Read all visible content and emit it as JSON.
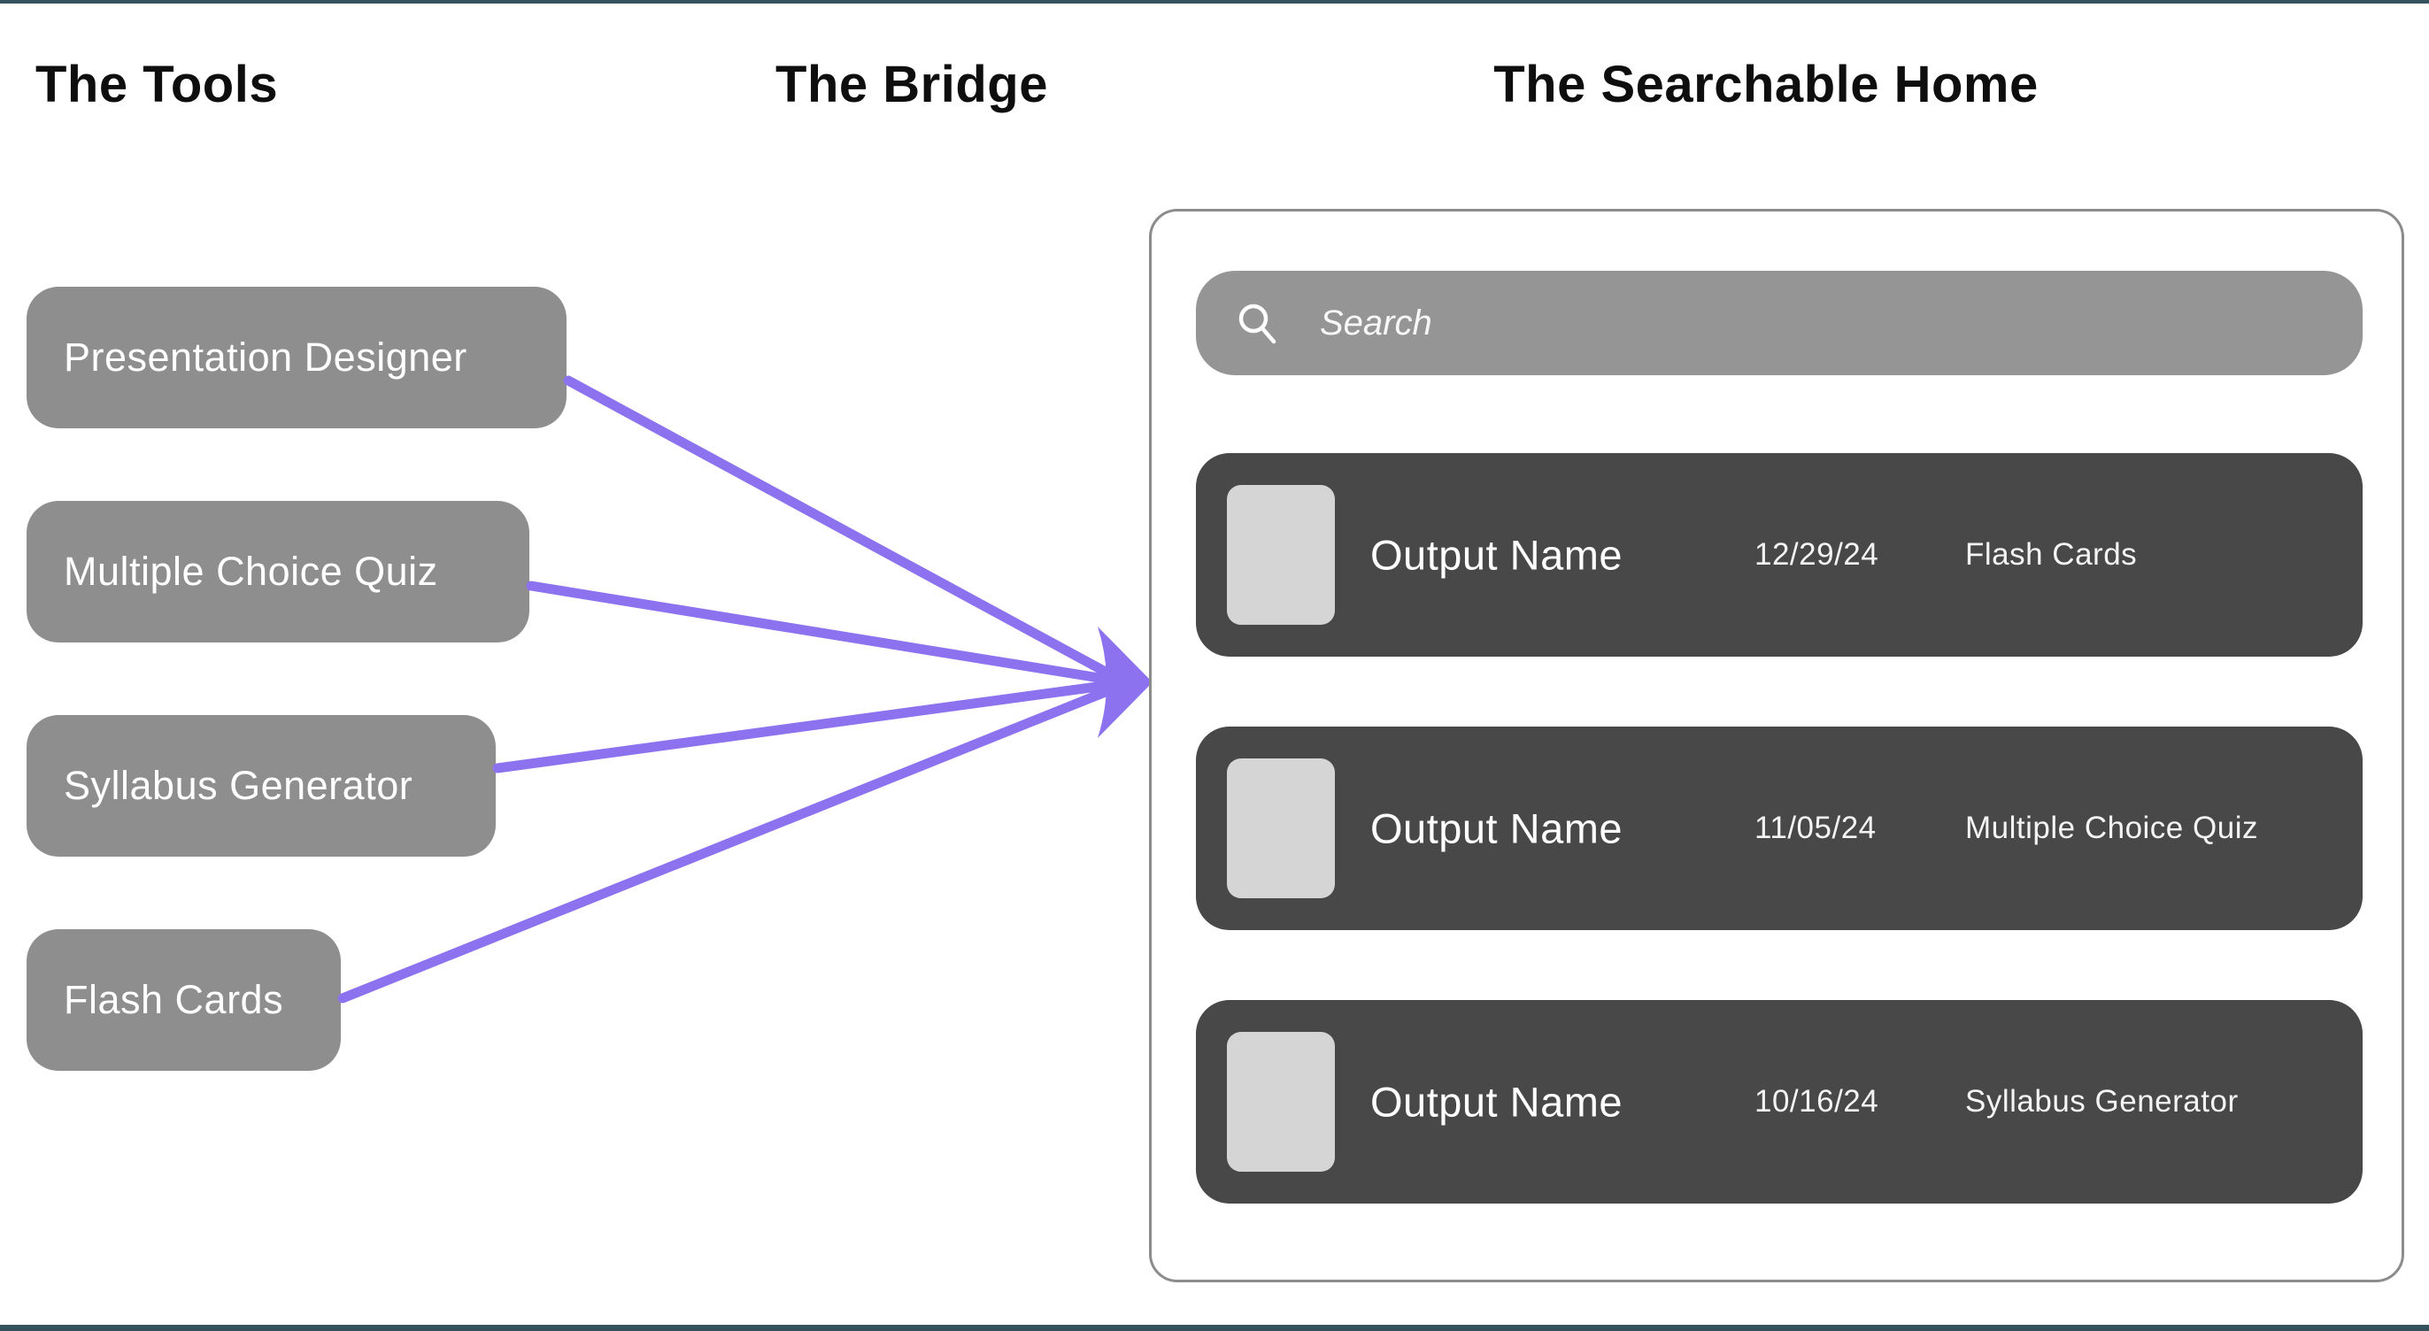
{
  "headers": {
    "tools": "The Tools",
    "bridge": "The Bridge",
    "home": "The Searchable Home"
  },
  "tools": [
    {
      "label": "Presentation Designer"
    },
    {
      "label": "Multiple Choice Quiz"
    },
    {
      "label": "Syllabus Generator"
    },
    {
      "label": "Flash Cards"
    }
  ],
  "search": {
    "placeholder": "Search",
    "icon": "search-icon"
  },
  "outputs": [
    {
      "name": "Output Name",
      "date": "12/29/24",
      "tool": "Flash Cards"
    },
    {
      "name": "Output Name",
      "date": "11/05/24",
      "tool": "Multiple Choice Quiz"
    },
    {
      "name": "Output Name",
      "date": "10/16/24",
      "tool": "Syllabus Generator"
    }
  ],
  "colors": {
    "accent_arrow": "#8c72ef",
    "tool_button": "#8e8e8e",
    "search_bar": "#959595",
    "output_row": "#484848",
    "thumbnail": "#d5d5d5",
    "panel_border": "#8c8c8c",
    "page_edge": "#35525f"
  }
}
